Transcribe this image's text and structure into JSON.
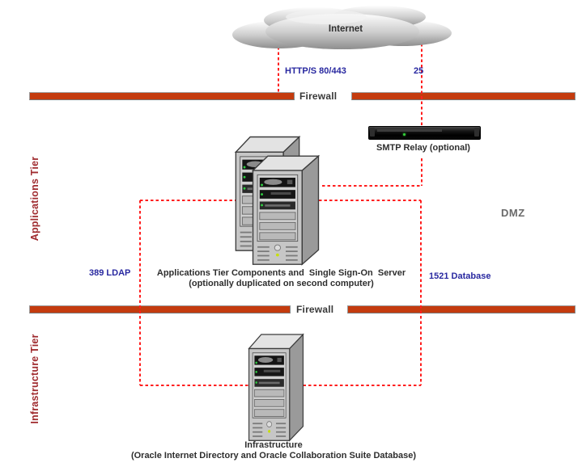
{
  "diagram": {
    "internet_label": "Internet",
    "http_port_label": "HTTP/S 80/443",
    "smtp_port_label": "25",
    "firewall_top_label": "Firewall",
    "firewall_bottom_label": "Firewall",
    "smtp_relay_label": "SMTP Relay (optional)",
    "dmz_label": "DMZ",
    "ldap_port_label": "389 LDAP",
    "database_port_label": "1521 Database",
    "applications_tier_label": "Applications Tier",
    "infrastructure_tier_label": "Infrastructure Tier",
    "app_server_caption_line1": "Applications Tier Components and  Single Sign-On  Server",
    "app_server_caption_line2": "(optionally duplicated on second computer)",
    "infra_caption_line1": "Infrastructure",
    "infra_caption_line2": "(Oracle Internet Directory and Oracle Collaboration Suite Database)"
  },
  "colors": {
    "firewall_bar": "#C43B0E",
    "port_label": "#2828A0",
    "tier_label": "#A02C30",
    "dashed_line": "#FF1E1E",
    "firewall_label": "#383838",
    "internet_label": "#2F2F2F",
    "dmz_label": "#6A6A6A",
    "caption": "#2E2E2E"
  }
}
